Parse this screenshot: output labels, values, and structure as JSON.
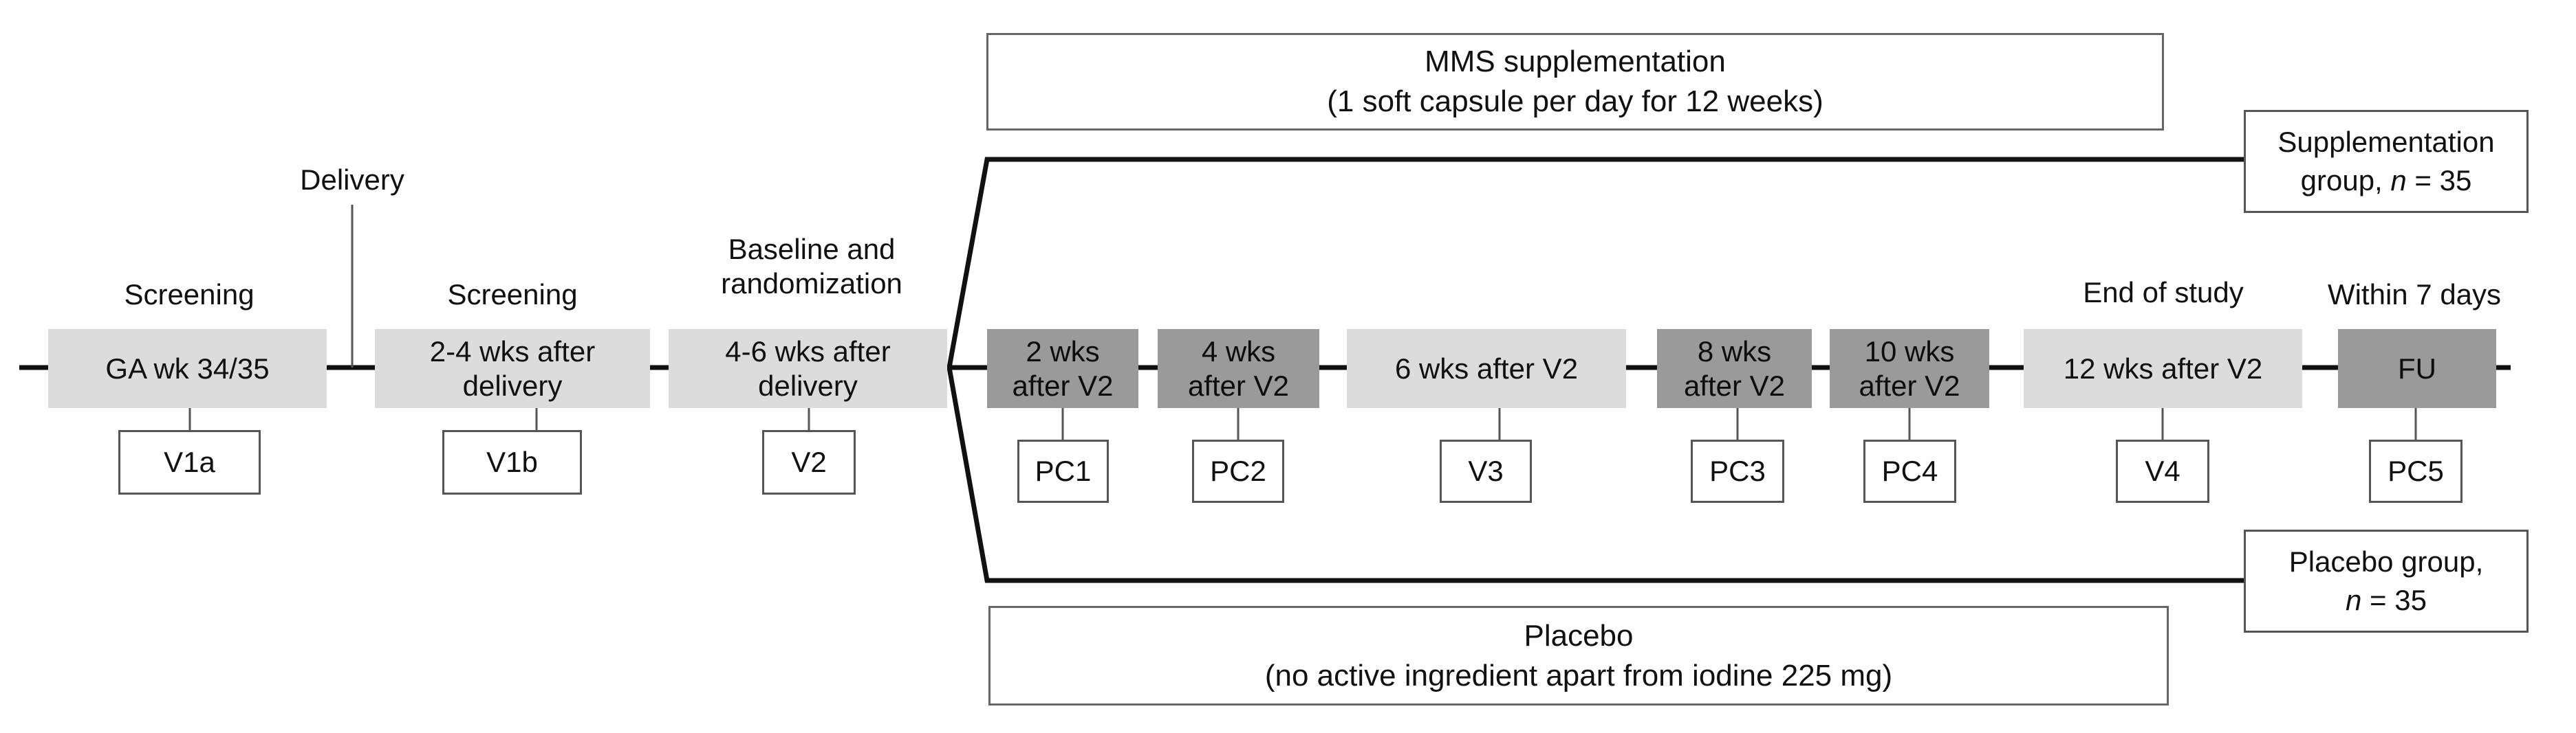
{
  "top_labels": {
    "delivery": "Delivery",
    "screening_1": "Screening",
    "screening_2": "Screening",
    "baseline": [
      "Baseline and",
      "randomization"
    ],
    "end_of_study": "End of study",
    "within_7_days": "Within 7 days"
  },
  "timeline_boxes": {
    "ga_wk": "GA wk 34/35",
    "after_delivery_2_4": [
      "2-4 wks after",
      "delivery"
    ],
    "after_delivery_4_6": [
      "4-6 wks after",
      "delivery"
    ],
    "after_v2_2": [
      "2 wks",
      "after V2"
    ],
    "after_v2_4": [
      "4 wks",
      "after V2"
    ],
    "after_v2_6": "6 wks after V2",
    "after_v2_8": [
      "8 wks",
      "after V2"
    ],
    "after_v2_10": [
      "10 wks",
      "after V2"
    ],
    "after_v2_12": "12 wks after V2",
    "fu": "FU"
  },
  "visit_codes": {
    "v1a": "V1a",
    "v1b": "V1b",
    "v2": "V2",
    "pc1": "PC1",
    "pc2": "PC2",
    "v3": "V3",
    "pc3": "PC3",
    "pc4": "PC4",
    "v4": "V4",
    "pc5": "PC5"
  },
  "mms_box": {
    "title": "MMS supplementation",
    "detail": "(1 soft capsule per day for 12 weeks)"
  },
  "placebo_box": {
    "title": "Placebo",
    "detail": "(no active ingredient apart from iodine 225 mg)"
  },
  "groups": {
    "supplementation": {
      "line1": "Supplementation",
      "line2_prefix": "group, ",
      "n_symbol": "n",
      "n_value": " = 35"
    },
    "placebo": {
      "line1": "Placebo group,",
      "n_symbol": "n",
      "n_value": " = 35"
    }
  }
}
